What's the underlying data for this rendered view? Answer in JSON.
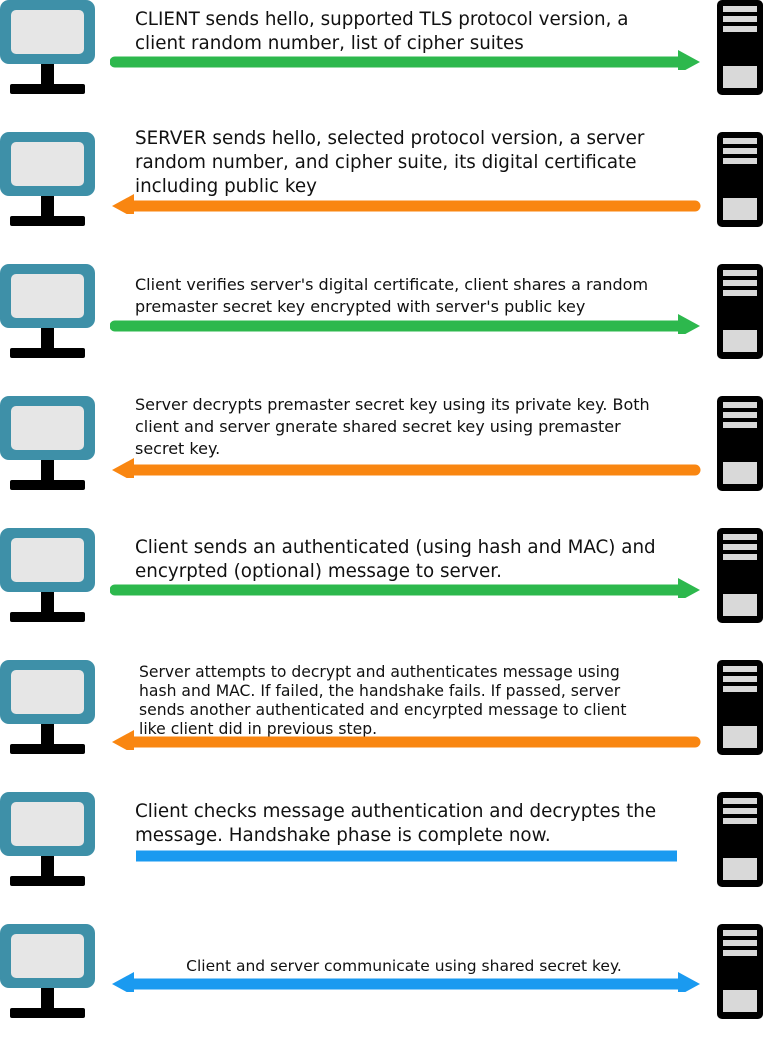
{
  "colors": {
    "monitor": "#3e90a8",
    "monitor_screen": "#e6e6e6",
    "stand": "#000000",
    "server_body": "#000000",
    "server_slot": "#d9d9d9",
    "green": "#2db84d",
    "orange": "#f98611",
    "blue": "#1a9af0"
  },
  "icons": {
    "client": "monitor-icon",
    "server": "server-tower-icon"
  },
  "steps": [
    {
      "direction": "client-to-server",
      "color": "green",
      "lines": [
        "CLIENT sends hello, supported TLS protocol version, a",
        "client random number, list of cipher suites"
      ]
    },
    {
      "direction": "server-to-client",
      "color": "orange",
      "lines": [
        "SERVER sends hello, selected protocol version, a server",
        "random number, and cipher suite, its digital certificate",
        "including public key"
      ]
    },
    {
      "direction": "client-to-server",
      "color": "green",
      "lines": [
        "Client verifies server's digital certificate, client shares a random",
        "premaster secret key encrypted with server's public key"
      ]
    },
    {
      "direction": "server-to-client",
      "color": "orange",
      "lines": [
        "Server decrypts premaster secret key using its private key. Both",
        "client and server gnerate shared secret key using premaster",
        "secret key."
      ]
    },
    {
      "direction": "client-to-server",
      "color": "green",
      "lines": [
        "Client sends an authenticated (using hash and MAC) and",
        "encyrpted (optional) message to server."
      ]
    },
    {
      "direction": "server-to-client",
      "color": "orange",
      "lines": [
        "Server attempts to decrypt and authenticates message using",
        "hash and MAC. If failed, the handshake fails. If passed, server",
        "sends another authenticated and encyrpted message to client",
        "like client did in previous step."
      ]
    },
    {
      "direction": "none",
      "color": "blue",
      "lines": [
        "Client checks message authentication and decryptes the",
        "message. Handshake phase is complete now."
      ]
    },
    {
      "direction": "both",
      "color": "blue",
      "lines": [
        "Client and server communicate using shared secret key."
      ]
    }
  ]
}
